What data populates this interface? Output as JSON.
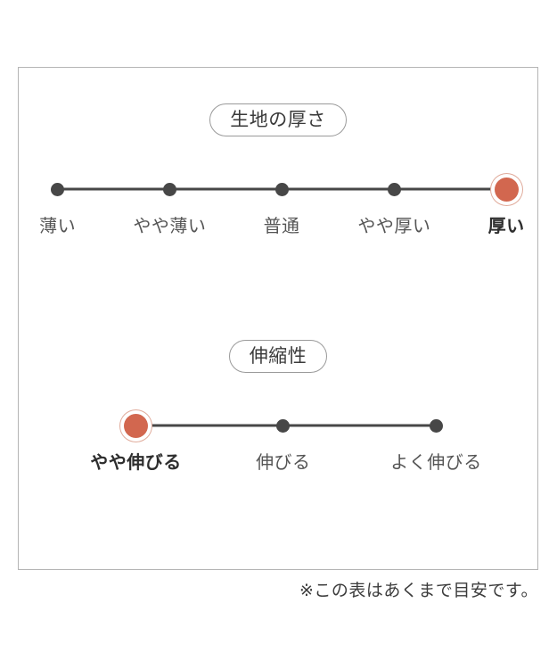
{
  "card": {
    "sections": [
      {
        "id": "fabric-thickness",
        "badge": "生地の厚さ",
        "selected_index": 4,
        "track": {
          "start_pct": 7.5,
          "end_pct": 94.0
        },
        "points": [
          {
            "label": "薄い",
            "pos_pct": 7.5,
            "selected": false
          },
          {
            "label": "やや薄い",
            "pos_pct": 29.1,
            "selected": false
          },
          {
            "label": "普通",
            "pos_pct": 50.7,
            "selected": false
          },
          {
            "label": "やや厚い",
            "pos_pct": 72.4,
            "selected": false
          },
          {
            "label": "厚い",
            "pos_pct": 94.0,
            "selected": true
          }
        ]
      },
      {
        "id": "stretchability",
        "badge": "伸縮性",
        "selected_index": 0,
        "track": {
          "start_pct": 22.6,
          "end_pct": 80.5
        },
        "points": [
          {
            "label": "やや伸びる",
            "pos_pct": 22.6,
            "selected": true
          },
          {
            "label": "伸びる",
            "pos_pct": 51.0,
            "selected": false
          },
          {
            "label": "よく伸びる",
            "pos_pct": 80.5,
            "selected": false
          }
        ]
      }
    ]
  },
  "footnote": "※この表はあくまで目安です。",
  "colors": {
    "selected_marker": "#d2674f",
    "selected_ring": "#e0ab9b",
    "marker": "#474747",
    "track": "#474747",
    "card_border": "#b5b5b5",
    "badge_border": "#9a9a9a",
    "label_text": "#555555",
    "label_text_selected": "#2e2e2e"
  }
}
